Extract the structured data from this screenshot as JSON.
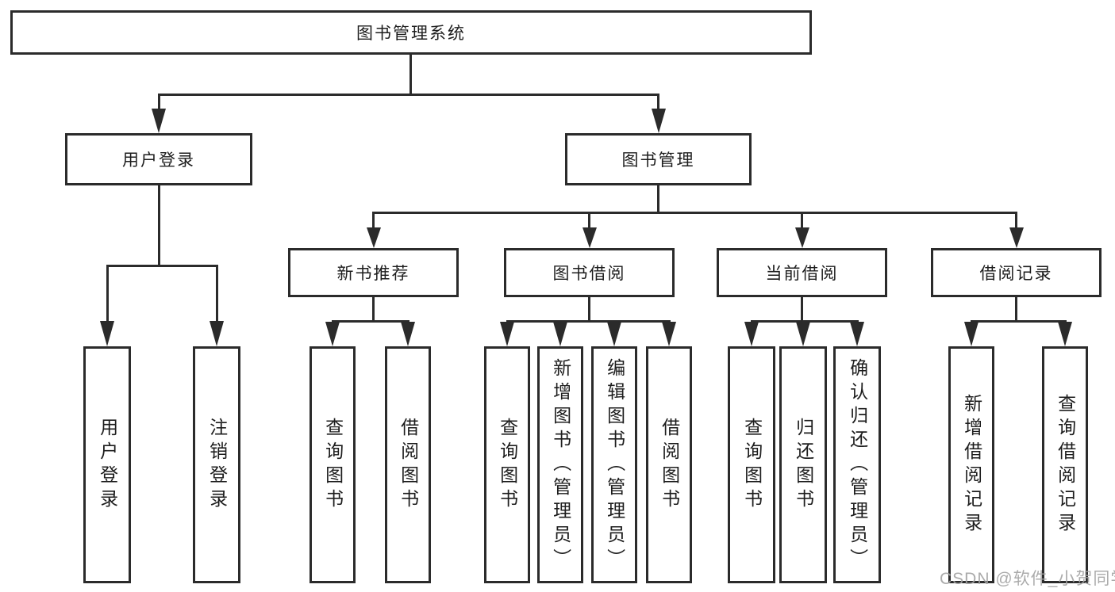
{
  "tree": {
    "label": "图书管理系统",
    "children": [
      {
        "label": "用户登录",
        "children": [
          {
            "label": "用户登录"
          },
          {
            "label": "注销登录"
          }
        ]
      },
      {
        "label": "图书管理",
        "children": [
          {
            "label": "新书推荐",
            "children": [
              {
                "label": "查询图书"
              },
              {
                "label": "借阅图书"
              }
            ]
          },
          {
            "label": "图书借阅",
            "children": [
              {
                "label": "查询图书"
              },
              {
                "label": "新增图书（管理员）"
              },
              {
                "label": "编辑图书（管理员）"
              },
              {
                "label": "借阅图书"
              }
            ]
          },
          {
            "label": "当前借阅",
            "children": [
              {
                "label": "查询图书"
              },
              {
                "label": "归还图书"
              },
              {
                "label": "确认归还（管理员）"
              }
            ]
          },
          {
            "label": "借阅记录",
            "children": [
              {
                "label": "新增借阅记录"
              },
              {
                "label": "查询借阅记录"
              }
            ]
          }
        ]
      }
    ]
  },
  "watermark": {
    "text": "CSDN @软件_小贺同学"
  },
  "colors": {
    "line": "#2b2b2b",
    "box_border": "#2b2b2b",
    "text": "#1d1d1d",
    "background": "#ffffff",
    "watermark": "#a3a3a3"
  }
}
